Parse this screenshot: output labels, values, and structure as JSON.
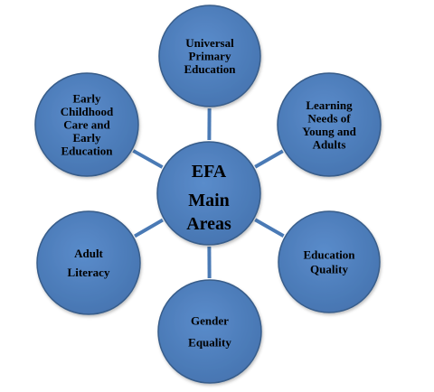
{
  "center": {
    "lines": [
      "EFA",
      "Main",
      "Areas"
    ]
  },
  "nodes": [
    {
      "id": "universal-primary-education",
      "lines": [
        "Universal",
        "Primary",
        "Education"
      ]
    },
    {
      "id": "learning-needs",
      "lines": [
        "Learning",
        "Needs of",
        "Young and",
        "Adults"
      ]
    },
    {
      "id": "education-quality",
      "lines": [
        "Education",
        "Quality"
      ]
    },
    {
      "id": "gender-equality",
      "lines": [
        "Gender",
        "Equality"
      ]
    },
    {
      "id": "adult-literacy",
      "lines": [
        "Adult",
        "Literacy"
      ]
    },
    {
      "id": "early-childhood",
      "lines": [
        "Early",
        "Childhood",
        "Care and",
        "Early",
        "Education"
      ]
    }
  ],
  "colors": {
    "fill": "#4f81bd",
    "stroke": "#385d8a",
    "connector": "#4a7ab5",
    "text": "#000000"
  }
}
